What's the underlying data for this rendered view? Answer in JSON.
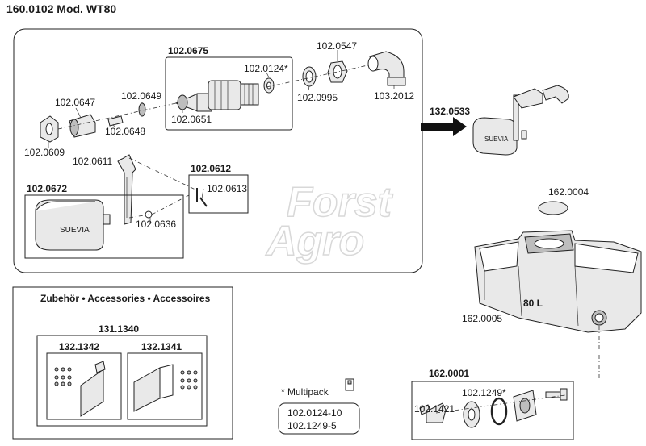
{
  "title": "160.0102 Mod. WT80",
  "watermark": {
    "line1": "Forst",
    "line2": "Agro"
  },
  "main_assembly": {
    "valve_group_label": "102.0675",
    "labels": {
      "p0547": "102.0547",
      "p0124": "102.0124*",
      "p2012": "103.2012",
      "p0995": "102.0995",
      "p0651": "102.0651",
      "p0649": "102.0649",
      "p0647": "102.0647",
      "p0648": "102.0648",
      "p0609": "102.0609",
      "p0611": "102.0611",
      "p0612": "102.0612",
      "p0613": "102.0613",
      "p0672": "102.0672",
      "p0636": "102.0636"
    },
    "float_brand": "SUEVIA"
  },
  "complete_valve": {
    "label": "132.0533",
    "brand": "SUEVIA"
  },
  "trough": {
    "lid_label": "162.0004",
    "body_label": "162.0005",
    "capacity": "80 L"
  },
  "accessories": {
    "heading": "Zubehör • Accessories • Accessoires",
    "set_label": "131.1340",
    "bracket_a": "132.1342",
    "bracket_b": "132.1341"
  },
  "multipack": {
    "heading": "* Multipack",
    "items": [
      "102.0124-10",
      "102.1249-5"
    ]
  },
  "drain_set": {
    "label": "162.0001",
    "p1249": "102.1249*",
    "p1421": "102.1421"
  }
}
